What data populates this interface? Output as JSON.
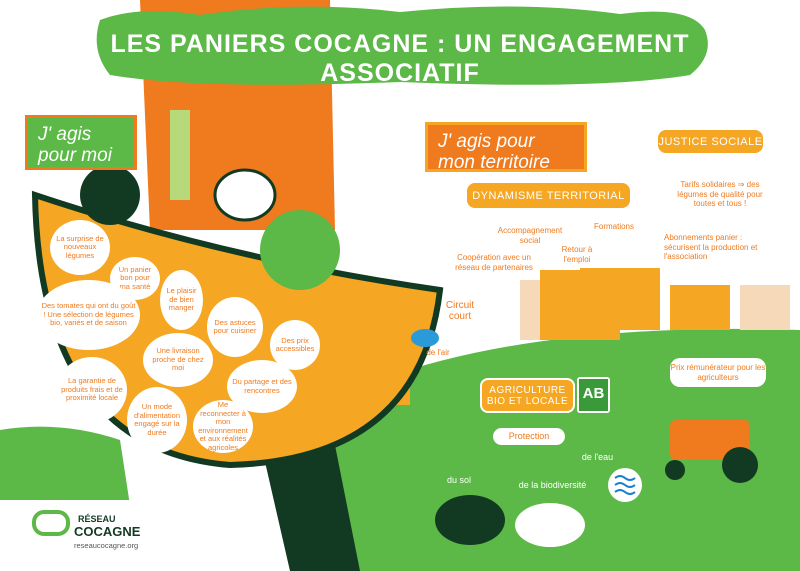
{
  "title": "LES PANIERS COCAGNE : UN ENGAGEMENT ASSOCIATIF",
  "left_tag": "J' agis pour moi",
  "right_tag": "J' agis pour mon territoire",
  "basket_bubbles": [
    "La surprise de nouveaux légumes",
    "Un panier bon pour ma santé",
    "Des tomates qui ont du goût ! Une sélection de légumes bio, variés et de saison",
    "Le plaisir de bien manger",
    "Des astuces pour cuisiner",
    "Des prix accessibles",
    "Une livraison proche de chez moi",
    "La garantie de produits frais et de proximité locale",
    "Du partage et des rencontres",
    "Un mode d'alimentation engagé sur la durée",
    "Me reconnecter à mon environnement et aux réalités agricoles"
  ],
  "territory": {
    "dynamisme": "DYNAMISME TERRITORIAL",
    "accompagnement": "Accompagnement social",
    "formations": "Formations",
    "retour_emploi": "Retour à l'emploi",
    "cooperation": "Coopération avec un réseau de partenaires",
    "circuit_court": "Circuit court",
    "air": "de l'air",
    "justice": "JUSTICE SOCIALE",
    "tarifs": "Tarifs solidaires ⇒ des légumes de qualité pour toutes et tous !",
    "abonnements": "Abonnements panier : sécurisent la production et l'association",
    "prix": "Prix rémunérateur pour les agriculteurs",
    "agriculture": "AGRICULTURE BIO ET LOCALE",
    "ab_logo": "AB",
    "protection": "Protection",
    "sol": "du sol",
    "biodiversite": "de la biodiversité",
    "eau": "de l'eau"
  },
  "logo": {
    "line1": "RÉSEAU",
    "line2": "COCAGNE",
    "url": "reseaucocagne.org"
  },
  "colors": {
    "green": "#5cb847",
    "orange": "#f07a1e",
    "yellow": "#f5a623",
    "dark": "#123a22"
  }
}
